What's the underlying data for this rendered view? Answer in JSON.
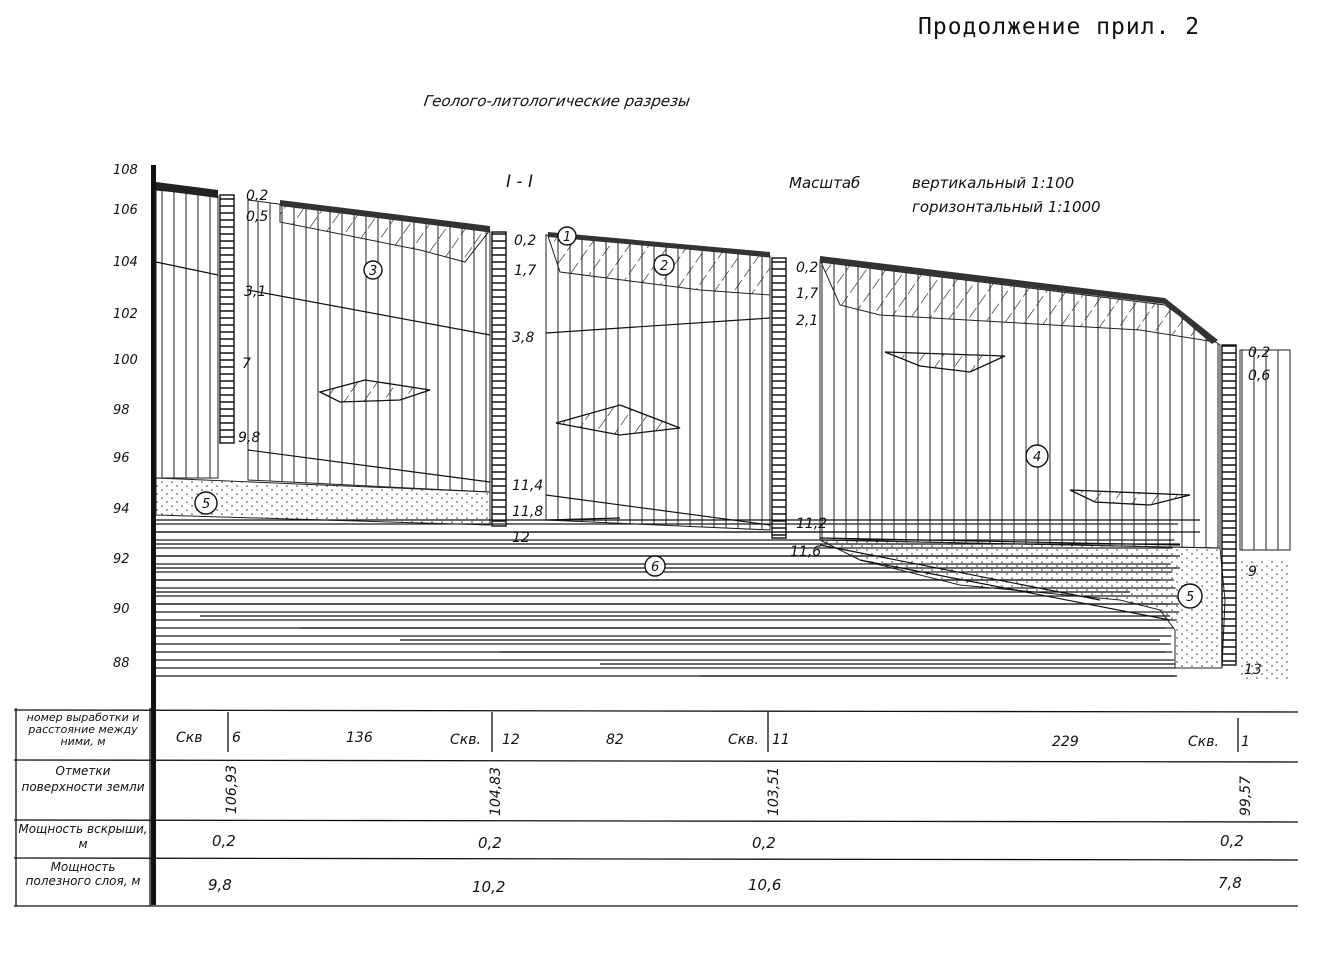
{
  "page_title": "Продолжение прил. 2",
  "diagram_title": "Геолого-литологические разрезы",
  "section_label": "I - I",
  "scale": {
    "label": "Масштаб",
    "vertical": "вертикальный 1:100",
    "horizontal": "горизонтальный 1:1000"
  },
  "elevation_axis": [
    "108",
    "106",
    "104",
    "102",
    "100",
    "98",
    "96",
    "94",
    "92",
    "90",
    "88"
  ],
  "layer_markers": [
    "1",
    "2",
    "3",
    "4",
    "5",
    "5",
    "6"
  ],
  "boreholes": [
    {
      "name": "Скв",
      "number": "6",
      "elevation": "106,93",
      "overburden": "0,2",
      "mineral": "9,8",
      "depths": [
        "0,2",
        "0,5",
        "3,1",
        "7",
        "9,8"
      ]
    },
    {
      "name": "Скв.",
      "number": "12",
      "elevation": "104,83",
      "overburden": "0,2",
      "mineral": "10,2",
      "depths": [
        "0,2",
        "1,7",
        "3,8",
        "11,4",
        "11,8",
        "12"
      ]
    },
    {
      "name": "Скв.",
      "number": "11",
      "elevation": "103,51",
      "overburden": "0,2",
      "mineral": "10,6",
      "depths": [
        "0,2",
        "1,7",
        "2,1",
        "11,2",
        "11,6"
      ]
    },
    {
      "name": "Скв.",
      "number": "1",
      "elevation": "99,57",
      "overburden": "0,2",
      "mineral": "7,8",
      "depths": [
        "0,2",
        "0,6",
        "9",
        "13"
      ]
    }
  ],
  "distances": [
    "136",
    "82",
    "229"
  ],
  "table_headers": {
    "row1": "номер выработки и расстояние между ними, м",
    "row2": "Отметки поверхности земли",
    "row3": "Мощность вскрыши, м",
    "row4": "Мощность полезного слоя, м"
  }
}
